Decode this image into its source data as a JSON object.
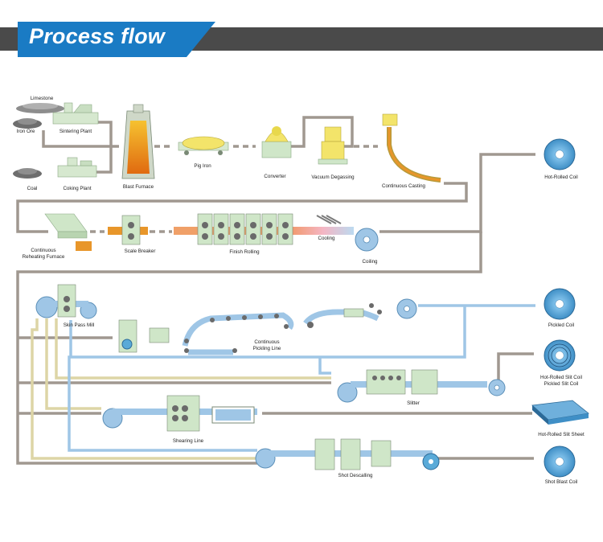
{
  "header": {
    "title": "Process flow",
    "accent_color": "#1a7bc4",
    "bar_color": "#4a4a4a"
  },
  "colors": {
    "pipe_gray": "#a09890",
    "pipe_blue": "#9fc6e6",
    "pipe_tan": "#ddd5a6",
    "equipment_green": "#cfe6c8",
    "coil_blue": "#5aaad8"
  },
  "labels": {
    "limestone": "Limestone",
    "iron_ore": "Iron Ore",
    "sintering_plant": "Sintering Plant",
    "coal": "Coal",
    "coking_plant": "Coking Plant",
    "blast_furnace": "Blast Furnace",
    "pig_iron": "Pig Iron",
    "converter": "Converter",
    "vacuum_degassing": "Vacuum Degassing",
    "continuous_casting": "Continuous Casting",
    "hot_rolled_coil": "Hot-Rolled Coil",
    "reheating_line1": "Continuous",
    "reheating_line2": "Reheating Furnace",
    "scale_breaker": "Scale Breaker",
    "finish_rolling": "Finish Rolling",
    "cooling": "Cooling",
    "coiling": "Coiling",
    "skin_pass_mill": "Skin Pass Mill",
    "pickling_line1": "Continuous",
    "pickling_line2": "Pickling Line",
    "pickled_coil": "Pickled Coil",
    "slit_coil_line1": "Hot-Rolled Slit Coil",
    "slit_coil_line2": "Pickled Slit Coil",
    "slitter": "Slitter",
    "slit_sheet": "Hot-Rolled Slit Sheet",
    "shearing_line": "Shearing Line",
    "shot_descaling": "Shot Descalling",
    "shot_blast_coil": "Shot Blast Coil"
  }
}
